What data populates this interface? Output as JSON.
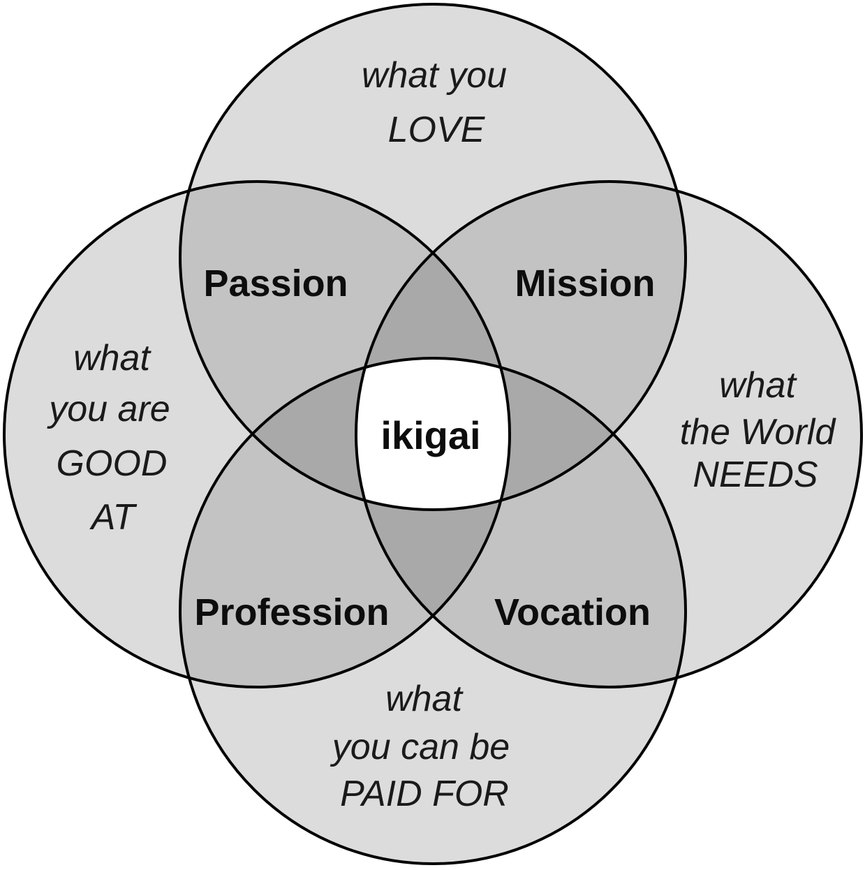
{
  "colors": {
    "background": "#ffffff",
    "one_circle": "#dcdcdc",
    "two_circles": "#c3c3c3",
    "three_circles": "#a9a9a9",
    "all_four": "#ffffff",
    "outline": "#000000"
  },
  "circles": {
    "love": {
      "line1": "what you",
      "line2": "LOVE"
    },
    "good_at": {
      "line1": "what",
      "line2": "you are",
      "line3": "GOOD",
      "line4": "AT"
    },
    "world_needs": {
      "line1": "what",
      "line2": "the World",
      "line3": "NEEDS"
    },
    "paid_for": {
      "line1": "what",
      "line2": "you can be",
      "line3": "PAID FOR"
    }
  },
  "overlaps": {
    "passion": "Passion",
    "mission": "Mission",
    "profession": "Profession",
    "vocation": "Vocation"
  },
  "center": "ikigai"
}
